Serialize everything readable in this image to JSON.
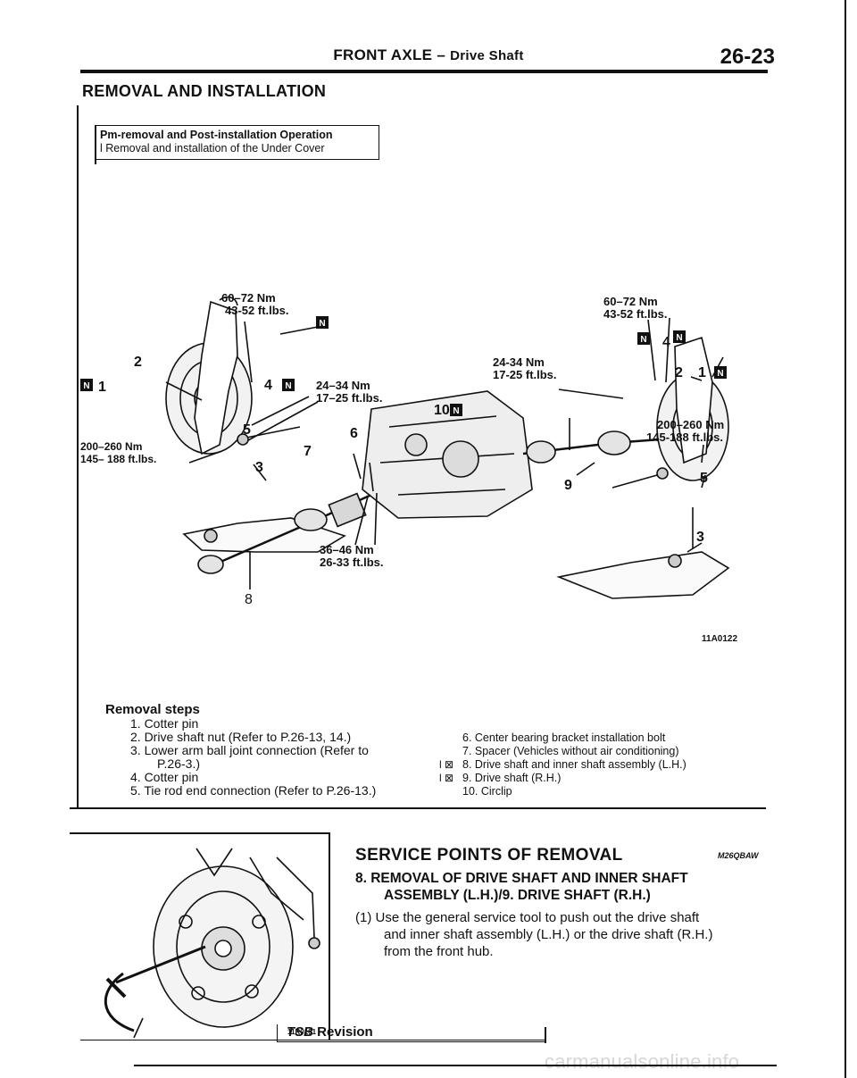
{
  "header": {
    "title": "FRONT AXLE",
    "dash": "–",
    "subtitle": "Drive Shaft",
    "page_number": "26-23"
  },
  "section_title": "REMOVAL AND INSTALLATION",
  "pre_operation": {
    "title": "Pm-removal and Post-installation Operation",
    "item": "l  Removal and installation of the Under Cover"
  },
  "diagram": {
    "torque_top_left": [
      "60–72 Nm",
      "43-52 ft.lbs."
    ],
    "torque_top_right": [
      "60–72 Nm",
      "43-52 ft.lbs."
    ],
    "torque_mid_left": [
      "24–34 Nm",
      "17–25 ft.lbs."
    ],
    "torque_mid_center": [
      "24-34 Nm",
      "17-25 ft.lbs."
    ],
    "torque_hub_left": [
      "200–260 Nm",
      "145– 188 ft.lbs."
    ],
    "torque_hub_right": [
      "200–260 Nm",
      "145-188 ft.lbs."
    ],
    "torque_bearing": [
      "36–46 Nm",
      "26-33 ft.lbs."
    ],
    "part_labels": {
      "l1": "1",
      "l2": "2",
      "l3": "3",
      "l4": "4",
      "l5": "5",
      "l6": "6",
      "l7": "7",
      "l8": "8",
      "r1": "1",
      "r2": "2",
      "r3": "3",
      "r4": "4",
      "r5": "5",
      "r9": "9",
      "r10": "10"
    },
    "new_mark": "N",
    "figure_code": "11A0122"
  },
  "removal_steps": {
    "title": "Removal steps",
    "left": [
      "1. Cotter pin",
      "2. Drive shaft nut (Refer to P.26-13, 14.)",
      "3. Lower arm ball joint connection (Refer to",
      "P.26-3.)",
      "4. Cotter pin",
      "5. Tie rod end connection (Refer to P.26-13.)"
    ],
    "marks": [
      "l ⊠",
      "l ⊠"
    ],
    "right": [
      "6. Center bearing bracket installation bolt",
      "7. Spacer (Vehicles without air conditioning)",
      "8. Drive shaft and inner shaft assembly (L.H.)",
      "9. Drive shaft (R.H.)",
      "10. Circlip"
    ]
  },
  "service": {
    "title": "SERVICE POINTS OF REMOVAL",
    "code": "M26QBAW",
    "heading_line1": "8. REMOVAL OF DRIVE SHAFT AND INNER SHAFT",
    "heading_line2": "ASSEMBLY (L.H.)/9. DRIVE SHAFT (R.H.)",
    "body": [
      "(1) Use the general service tool to push out the drive shaft",
      "and inner shaft assembly (L.H.) or the drive shaft (R.H.)",
      "from the front hub."
    ],
    "photo_code": "11R0101"
  },
  "footer": {
    "tsb": "TSB",
    "revision": "Revision",
    "watermark": "carmanualsonline.info"
  }
}
